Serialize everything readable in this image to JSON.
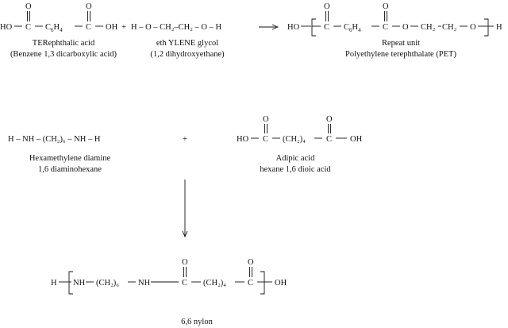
{
  "pet": {
    "reactant1": {
      "formula_left": "HO",
      "carbonyl_o": "O",
      "c": "C",
      "ring": "C",
      "ring_sub": "6",
      "ring_h": "H",
      "ring_h_sub": "4",
      "oh": "OH",
      "name": "TERephthalic acid",
      "alt_name": "(Benzene 1,3 dicarboxylic acid)"
    },
    "plus": "+",
    "reactant2": {
      "formula": "H – O – CH₂–CH₂ – O – H",
      "name": "eth YLENE glycol",
      "alt_name": "(1,2 dihydroxyethane)"
    },
    "product": {
      "left": "HO",
      "c": "C",
      "o": "O",
      "ring": "C",
      "ring_sub": "6",
      "ring_h": "H",
      "ring_h_sub": "4",
      "ester_o": "O",
      "chain": "CH₂",
      "chain2": "CH₂",
      "end_o": "O",
      "right": "H",
      "name": "Repeat unit",
      "alt_name": "Polyethylene terephthalate (PET)"
    }
  },
  "nylon": {
    "reactant1": {
      "formula": "H – NH – (CH₂)₆ – NH – H",
      "name": "Hexamethylene diamine",
      "alt_name": "1,6 diaminohexane"
    },
    "plus": "+",
    "reactant2": {
      "left": "HO",
      "c": "C",
      "o": "O",
      "chain": "(CH₂)₄",
      "oh": "OH",
      "name": "Adipic acid",
      "alt_name": "hexane 1,6 dioic acid"
    },
    "product": {
      "h": "H",
      "nh": "NH",
      "ch2_6": "(CH₂)₆",
      "nh2": "NH",
      "c": "C",
      "o": "O",
      "ch2_4": "(CH₂)₄",
      "oh": "OH",
      "name": "6,6 nylon"
    }
  }
}
